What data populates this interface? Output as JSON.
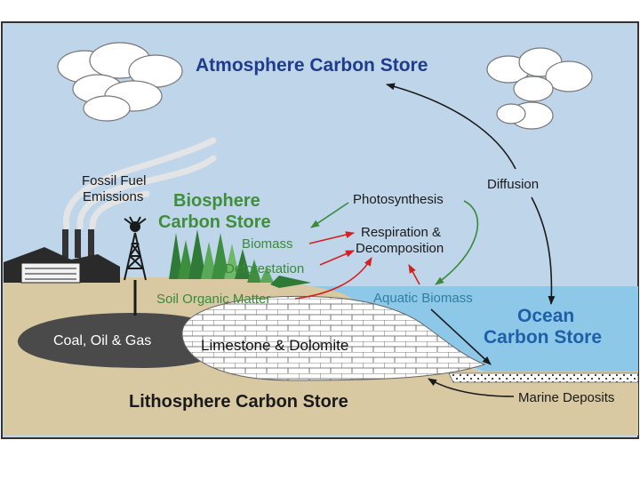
{
  "stores": {
    "atmosphere": "Atmosphere Carbon Store",
    "biosphere_line1": "Biosphere",
    "biosphere_line2": "Carbon Store",
    "ocean_line1": "Ocean",
    "ocean_line2": "Carbon Store",
    "lithosphere": "Lithosphere Carbon Store"
  },
  "labels": {
    "fossil_line1": "Fossil Fuel",
    "fossil_line2": "Emissions",
    "photosynthesis": "Photosynthesis",
    "diffusion": "Diffusion",
    "respiration_line1": "Respiration &",
    "respiration_line2": "Decomposition",
    "biomass": "Biomass",
    "deforestation": "Deforestation",
    "soil_organic": "Soil Organic Matter",
    "aquatic_biomass": "Aquatic Biomass",
    "coal_oil_gas": "Coal, Oil & Gas",
    "limestone": "Limestone & Dolomite",
    "marine_deposits": "Marine Deposits"
  },
  "colors": {
    "sky": "#bfd5ea",
    "ocean": "#8ec8e8",
    "land": "#d8c9a3",
    "coal": "#4a4a4a",
    "title_blue": "#1f3c8c",
    "bio_green": "#3f8f3a",
    "arrow_red": "#d42020",
    "arrow_green": "#3a8a3a"
  }
}
